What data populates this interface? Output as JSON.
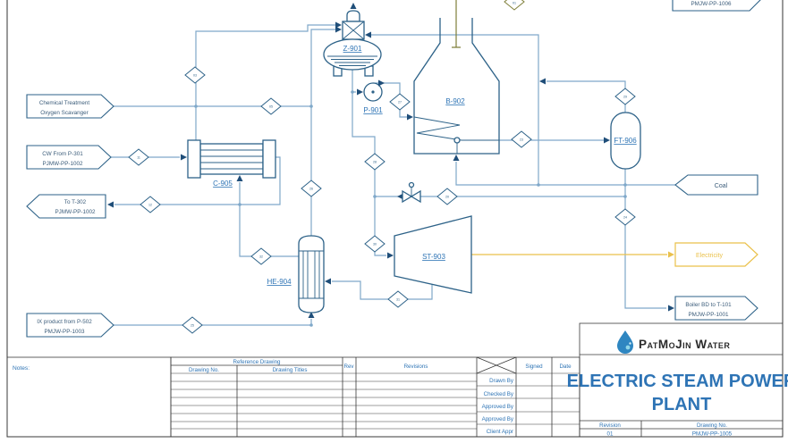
{
  "title_block": {
    "company": "PatMoJin Water",
    "title_line1": "ELECTRIC STEAM POWER",
    "title_line2": "PLANT",
    "revision_label": "Revision",
    "revision_value": "01",
    "drawing_no_label": "Drawing No.",
    "drawing_no_value": "PMJW-PP-1005"
  },
  "notes_label": "Notes:",
  "table": {
    "reference_drawing": "Reference Drawing",
    "drawing_no": "Drawing No.",
    "drawing_titles": "Drawing Titles",
    "rev": "Rev",
    "revisions": "Revisions",
    "signed": "Signed",
    "date": "Date",
    "sign_rows": [
      "Drawn By",
      "Checked By",
      "Approved By",
      "Approved By",
      "Client Appr"
    ]
  },
  "equipment": {
    "z901": "Z-901",
    "p901": "P-901",
    "b902": "B-902",
    "c905": "C-905",
    "he904": "HE-904",
    "st903": "ST-903",
    "ft906": "FT-906"
  },
  "flags": {
    "chemical": {
      "line1": "Chemical Treatment",
      "line2": "Oxygen Scavanger"
    },
    "cw": {
      "line1": "CW From P-301",
      "line2": "PJMW-PP-1002"
    },
    "to_t302": {
      "line1": "To T-302",
      "line2": "PJMW-PP-1002"
    },
    "ix": {
      "line1": "IX product from P-502",
      "line2": "PMJW-PP-1003"
    },
    "coal": "Coal",
    "electricity": "Electricity",
    "boiler_bd": {
      "line1": "Boiler BD to T-101",
      "line2": "PMJW-PP-1001"
    },
    "flue_gas": "PMJW-PP-1006"
  },
  "connector_tags": {
    "c1": "03",
    "c2": "05",
    "c3": "11",
    "c4": "12",
    "c5": "32",
    "c6": "26",
    "c7": "25",
    "c8": "27",
    "c9": "28",
    "c10": "30",
    "c11": "31",
    "c12": "20",
    "c13": "23",
    "c14": "29",
    "c15": "24",
    "c16": "01"
  },
  "colors": {
    "pipe": "#7fa8c9",
    "equipment_outline": "#2d6288",
    "label_blue": "#2e74b5",
    "electricity_yellow": "#eac14b",
    "flue_olive": "#7f7f3a",
    "arrow_navy": "#1f4e79"
  }
}
